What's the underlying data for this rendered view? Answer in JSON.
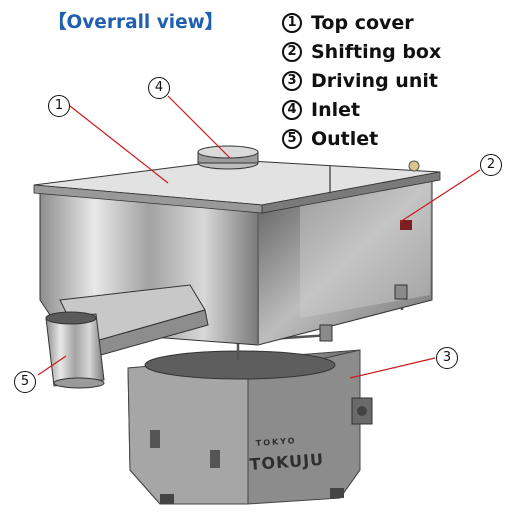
{
  "title": "【Overrall view】",
  "legend": [
    {
      "num": "1",
      "label": "Top cover"
    },
    {
      "num": "2",
      "label": "Shifting box"
    },
    {
      "num": "3",
      "label": "Driving unit"
    },
    {
      "num": "4",
      "label": "Inlet"
    },
    {
      "num": "5",
      "label": "Outlet"
    }
  ],
  "callouts": [
    "1",
    "2",
    "3",
    "4",
    "5"
  ],
  "brand_plate": {
    "line1": "TOKYO",
    "line2": "TOKUJU"
  },
  "colors": {
    "title": "#1f5fb0",
    "leader_line": "#cc1a1a",
    "steel": "#b8b8b8",
    "base": "#9a9a9a"
  }
}
